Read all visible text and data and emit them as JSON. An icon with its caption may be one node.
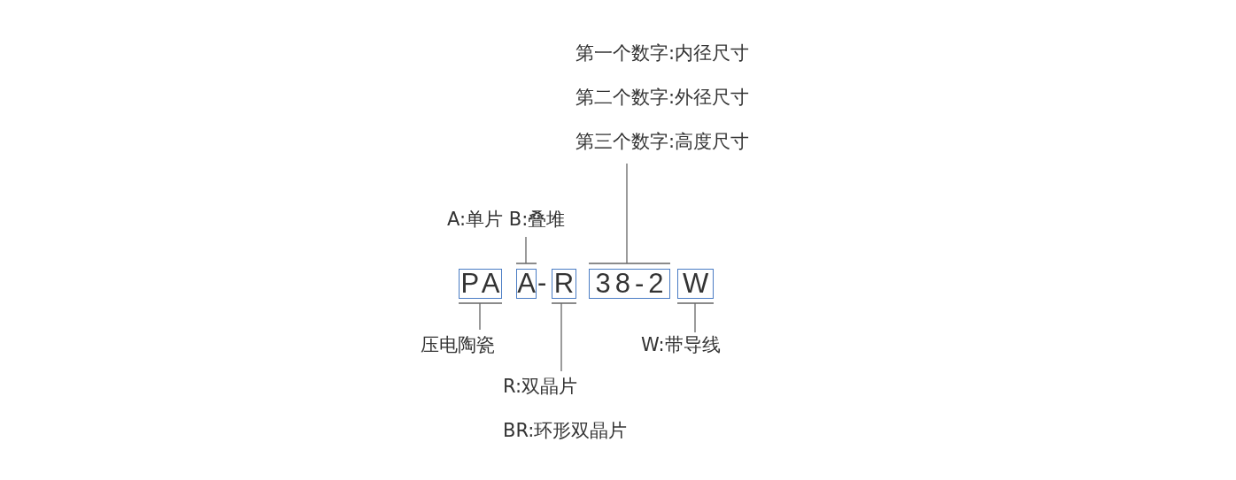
{
  "diagram": {
    "nodes": [
      {
        "text": [
          "PA"
        ]
      },
      {
        "text": [
          "A"
        ]
      },
      {
        "text": [
          "R"
        ]
      },
      {
        "text": [
          "38-2"
        ]
      },
      {
        "text": [
          "W"
        ]
      },
      {
        "text": [
          "第一个数字:内径尺寸",
          "第二个数字:外径尺寸",
          "第三个数字:高度尺寸"
        ]
      },
      {
        "text": [
          "A:单片 B:叠堆"
        ]
      },
      {
        "text": [
          "压电陶瓷"
        ]
      },
      {
        "text": [
          "R:双晶片",
          "BR:环形双晶片"
        ]
      },
      {
        "text": [
          "W:带导线"
        ]
      }
    ],
    "edges": [
      {
        "from": 7,
        "to": 0,
        "arrow": "none"
      },
      {
        "from": 6,
        "to": 1,
        "arrow": "none"
      },
      {
        "from": 8,
        "to": 2,
        "arrow": "none"
      },
      {
        "from": 5,
        "to": 3,
        "arrow": "none"
      },
      {
        "from": 9,
        "to": 4,
        "arrow": "none"
      }
    ],
    "labels": [
      "-"
    ]
  }
}
